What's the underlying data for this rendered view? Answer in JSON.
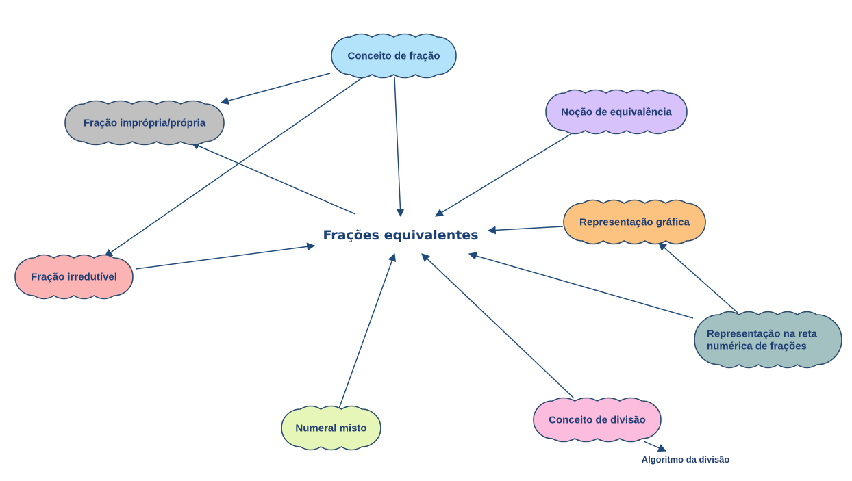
{
  "diagram": {
    "center": "Frações equivalentes",
    "nodes": [
      {
        "id": "conceito-fracao",
        "label": [
          "Conceito de fração"
        ],
        "color": "#b3e3fb"
      },
      {
        "id": "fracao-impropria",
        "label": [
          "Fração imprópria/própria"
        ],
        "color": "#c0c0c0"
      },
      {
        "id": "nocao-equivalencia",
        "label": [
          "Noção de equivalência"
        ],
        "color": "#d8c2fb"
      },
      {
        "id": "representacao-grafica",
        "label": [
          "Representação gráfica"
        ],
        "color": "#fcc27f"
      },
      {
        "id": "fracao-irredutivel",
        "label": [
          "Fração irredutível"
        ],
        "color": "#fbb3b3"
      },
      {
        "id": "representacao-reta",
        "label": [
          "Representação na reta",
          "numérica de frações"
        ],
        "color": "#a3c1c1"
      },
      {
        "id": "numeral-misto",
        "label": [
          "Numeral misto"
        ],
        "color": "#e5f6b8"
      },
      {
        "id": "conceito-divisao",
        "label": [
          "Conceito de divisão"
        ],
        "color": "#fbbcde"
      }
    ],
    "extra_label": "Algoritmo da divisão",
    "edges": [
      {
        "from": "conceito-fracao",
        "to": "fracao-impropria"
      },
      {
        "from": "conceito-fracao",
        "to": "fracao-irredutivel"
      },
      {
        "from": "conceito-fracao",
        "to": "center"
      },
      {
        "from": "center",
        "to": "fracao-impropria"
      },
      {
        "from": "nocao-equivalencia",
        "to": "center"
      },
      {
        "from": "representacao-grafica",
        "to": "center"
      },
      {
        "from": "fracao-irredutivel",
        "to": "center"
      },
      {
        "from": "representacao-reta",
        "to": "center"
      },
      {
        "from": "representacao-reta",
        "to": "representacao-grafica"
      },
      {
        "from": "numeral-misto",
        "to": "center"
      },
      {
        "from": "conceito-divisao",
        "to": "center"
      },
      {
        "from": "conceito-divisao",
        "to": "algoritmo-divisao"
      }
    ],
    "edge_color": "#1f4a7a",
    "text_color": "#1f3d73"
  }
}
